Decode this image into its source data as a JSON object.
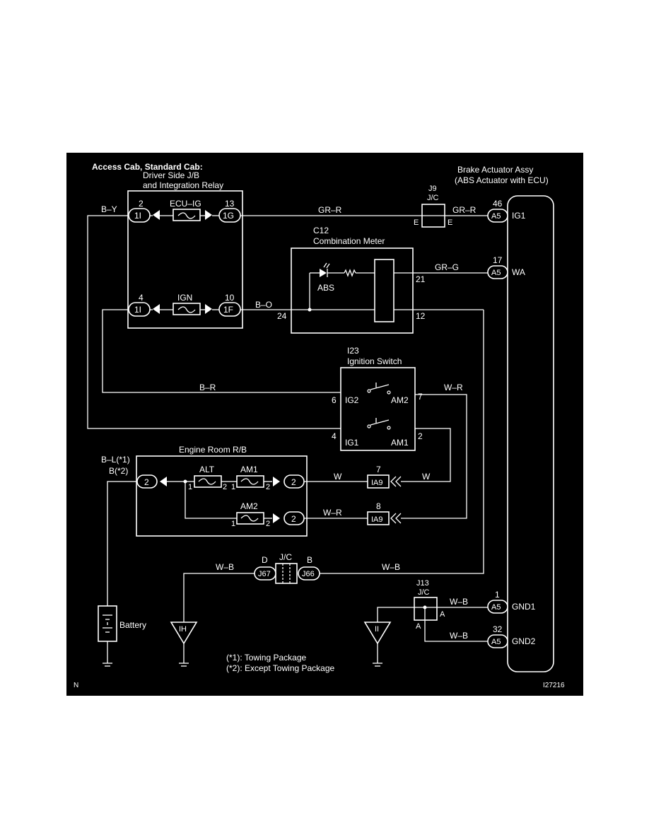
{
  "header": {
    "title": "Access Cab, Standard Cab:"
  },
  "driver_jb": {
    "line1": "Driver Side J/B",
    "line2": "and Integration Relay"
  },
  "actuator": {
    "line1": "Brake Actuator Assy",
    "line2": "(ABS Actuator with ECU)"
  },
  "j9": {
    "id": "J9",
    "type": "J/C",
    "pin_in": "E",
    "pin_out": "E"
  },
  "c12": {
    "id": "C12",
    "name": "Combination Meter",
    "lamp": "ABS",
    "pin_a": "21",
    "pin_b": "24",
    "pin_c": "12"
  },
  "i23": {
    "id": "I23",
    "name": "Ignition Switch",
    "ig2": "IG2",
    "am2": "AM2",
    "ig1": "IG1",
    "am1": "AM1",
    "p6": "6",
    "p7": "7",
    "p4": "4",
    "p2": "2"
  },
  "erb": {
    "name": "Engine Room R/B",
    "alt": "ALT",
    "am1": "AM1",
    "am2": "AM2",
    "p1": "1",
    "p2": "2",
    "c2": "2"
  },
  "fuses": {
    "ecu_ig": "ECU–IG",
    "ign": "IGN"
  },
  "connectors": {
    "c_1i": "1I",
    "c_1g": "1G",
    "c_1f": "1F",
    "a5": "A5",
    "ia9": "IA9",
    "j67": "J67",
    "j66": "J66",
    "p2": "2",
    "p13": "13",
    "p4": "4",
    "p10": "10",
    "p46": "46",
    "p17": "17",
    "p1": "1",
    "p32": "32",
    "p7": "7",
    "p8": "8"
  },
  "ecu_pins": {
    "ig1": "IG1",
    "wa": "WA",
    "gnd1": "GND1",
    "gnd2": "GND2"
  },
  "wires": {
    "by": "B–Y",
    "grr": "GR–R",
    "grg": "GR–G",
    "bo": "B–O",
    "br": "B–R",
    "wr": "W–R",
    "w": "W",
    "wb": "W–B",
    "bl": "B–L(*1)",
    "b": "B(*2)"
  },
  "jc_mid": {
    "type": "J/C",
    "d": "D",
    "b": "B"
  },
  "j13": {
    "id": "J13",
    "type": "J/C",
    "a": "A"
  },
  "grounds": {
    "ih": "IH",
    "ii": "II"
  },
  "battery": {
    "label": "Battery"
  },
  "notes": {
    "n1": "(*1): Towing Package",
    "n2": "(*2): Except Towing Package"
  },
  "footer": {
    "corner": "N",
    "code": "I27216"
  }
}
